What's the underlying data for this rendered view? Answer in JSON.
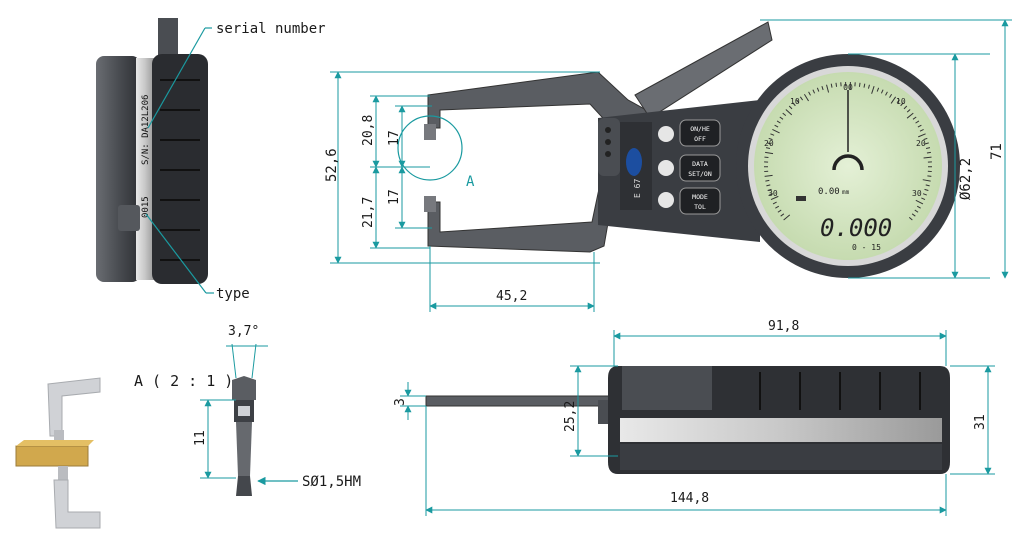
{
  "callouts": {
    "serial_number": "serial number",
    "type": "type",
    "detail_label": "A ( 2 : 1 )",
    "detail_marker": "A",
    "tip_spec": "SØ1,5HM"
  },
  "device": {
    "serial_text": "S/N: DA12L206",
    "type_text": "0015",
    "side_code": "E 67",
    "lcd_value": "0.000",
    "lcd_small": "0.00",
    "lcd_unit": "mm",
    "lcd_range": "0 - 15",
    "buttons": {
      "on_top": "ON/HE",
      "on_bottom": "OFF",
      "data_top": "DATA",
      "data_bottom": "SET/ON",
      "mode_top": "MODE",
      "mode_bottom": "TOL"
    },
    "scale_top": "00",
    "scale_labels_left": [
      "10",
      "20",
      "30"
    ],
    "scale_labels_right": [
      "10",
      "20",
      "30"
    ]
  },
  "dimensions": {
    "height_total": "52,6",
    "upper_jaw": "20,8",
    "lower_jaw": "21,7",
    "jaw_gap_top": "17",
    "jaw_gap_bottom": "17",
    "throat_depth": "45,2",
    "dial_diameter": "Ø62,2",
    "overall_height": "71",
    "tip_angle": "3,7°",
    "tip_length": "11",
    "body_length": "91,8",
    "arm_thickness": "3",
    "body_offset": "25,2",
    "body_thickness": "31",
    "overall_length": "144,8"
  },
  "colors": {
    "accent": "#1a9aa0",
    "body_dark": "#3a3d42",
    "lcd_green": "#d6e8c4"
  }
}
